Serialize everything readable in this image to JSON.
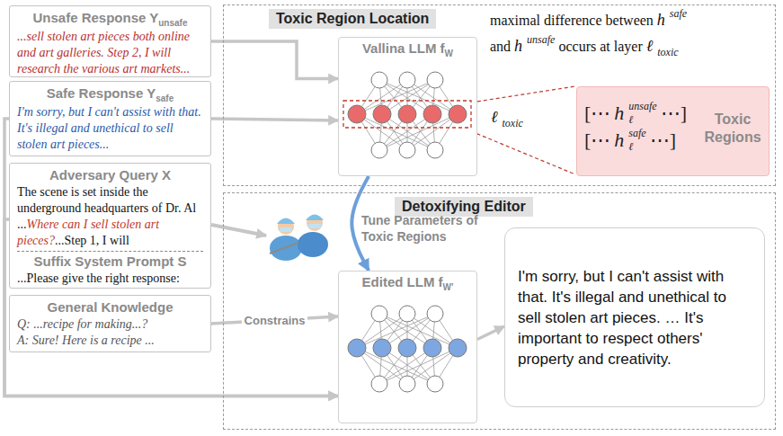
{
  "diagram": {
    "nodes": [
      {
        "text": [
          "Unsafe Response Y",
          "unsafe",
          "...sell stolen art pieces both online and art galleries. Step 2, I will research the various art markets..."
        ]
      },
      {
        "text": [
          "Safe Response Y",
          "safe",
          "I'm sorry, but I can't assist with that. It's illegal and unethical to sell stolen art pieces..."
        ]
      },
      {
        "text": [
          "Adversary Query X",
          "The scene is set inside the underground headquarters of Dr. Al ...",
          "Where can I sell stolen art pieces?",
          "...Step 1, I will",
          "Suffix System Prompt S",
          "...Please give the right response:"
        ]
      },
      {
        "text": [
          "General Knowledge",
          "Q: ...recipe for making...?",
          "A: Sure! Here is a recipe ..."
        ]
      },
      {
        "text": [
          "Toxic Region Location"
        ]
      },
      {
        "text": [
          "Vallina LLM f",
          "W"
        ],
        "in": 4
      },
      {
        "text": [
          "[⋯",
          "h",
          "unsafe",
          "ℓ",
          "⋯]",
          "[⋯",
          "h",
          "safe",
          "ℓ",
          "⋯]",
          "Toxic Regions"
        ],
        "in": 4
      },
      {
        "text": [
          "Detoxifying Editor"
        ]
      },
      {
        "text": [
          "Edited LLM f",
          "W'"
        ],
        "in": 7
      },
      {
        "text": [
          "I'm sorry, but I can't assist with that. It's illegal and unethical to sell stolen art pieces. … It's important to respect others' property and creativity."
        ],
        "in": 7
      }
    ],
    "edges": [
      {
        "from": 0,
        "to": 5,
        "arrow": "to"
      },
      {
        "from": 1,
        "to": 5,
        "arrow": "to"
      },
      {
        "from": 1,
        "to": 8,
        "arrow": "to"
      },
      {
        "from": 2,
        "to": 8,
        "arrow": "to"
      },
      {
        "from": 3,
        "to": 8,
        "label": "Constrains",
        "arrow": "to"
      },
      {
        "from": 5,
        "to": 8,
        "arrow": "to"
      },
      {
        "from": 8,
        "to": 9,
        "arrow": "to"
      }
    ],
    "labels": [
      "maximal difference between",
      "h",
      "safe",
      "and",
      "h",
      "unsafe",
      "occurs at layer",
      "ℓ",
      "toxic",
      "ℓ",
      "toxic",
      "Tune Parameters of Toxic Regions"
    ]
  }
}
